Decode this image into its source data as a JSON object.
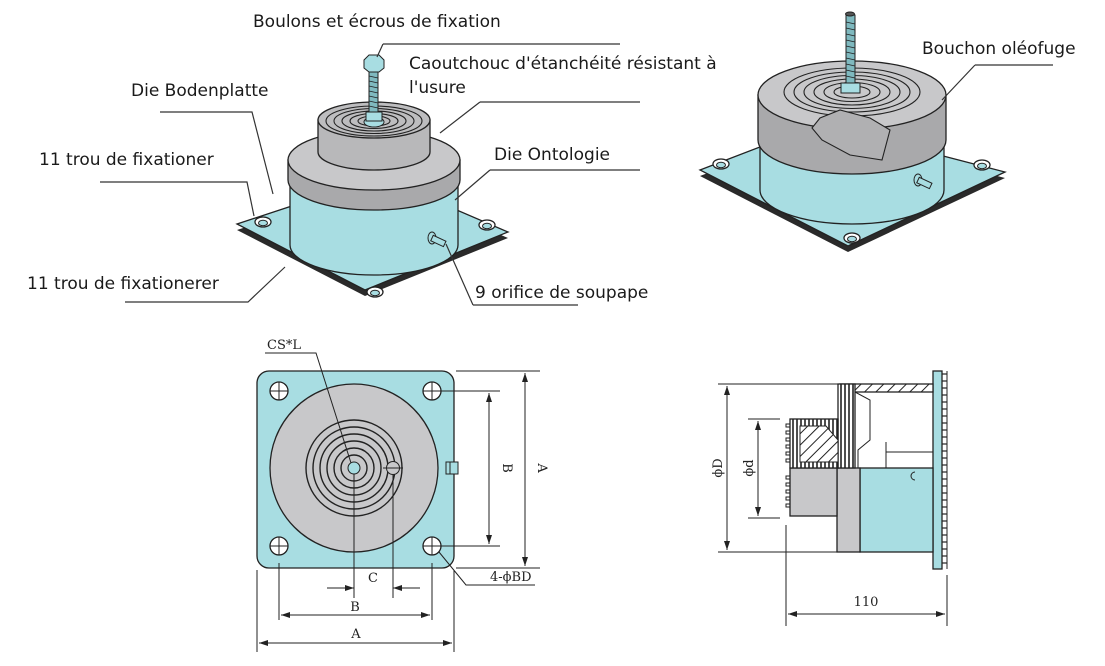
{
  "colors": {
    "plate": "#a8dde2",
    "rubber": "#c8c8ca",
    "rubber_dark": "#a9a9ab",
    "line": "#222222",
    "background": "#ffffff"
  },
  "iso_view_left": {
    "labels": {
      "bolts": "Boulons et écrous de fixation",
      "rubber_line1": "Caoutchouc d'étanchéité résistant à",
      "rubber_line2": "l'usure",
      "base_plate": "Die Bodenplatte",
      "body": "Die Ontologie",
      "hole_upper": "11 trou de fixationer",
      "hole_lower": "11 trou de fixationerer",
      "valve": "9 orifice de soupape"
    }
  },
  "iso_view_right": {
    "labels": {
      "oil_cap": "Bouchon oléofuge"
    }
  },
  "top_view": {
    "labels": {
      "cs_l": "CS*L",
      "dim_b_vertical": "B",
      "dim_a_vertical": "A",
      "dim_c": "C",
      "dim_b_horizontal": "B",
      "dim_a_horizontal": "A",
      "holes": "4-ϕBD"
    }
  },
  "side_view": {
    "labels": {
      "dim_D": "ϕD",
      "dim_d": "ϕd",
      "length": "110"
    }
  }
}
